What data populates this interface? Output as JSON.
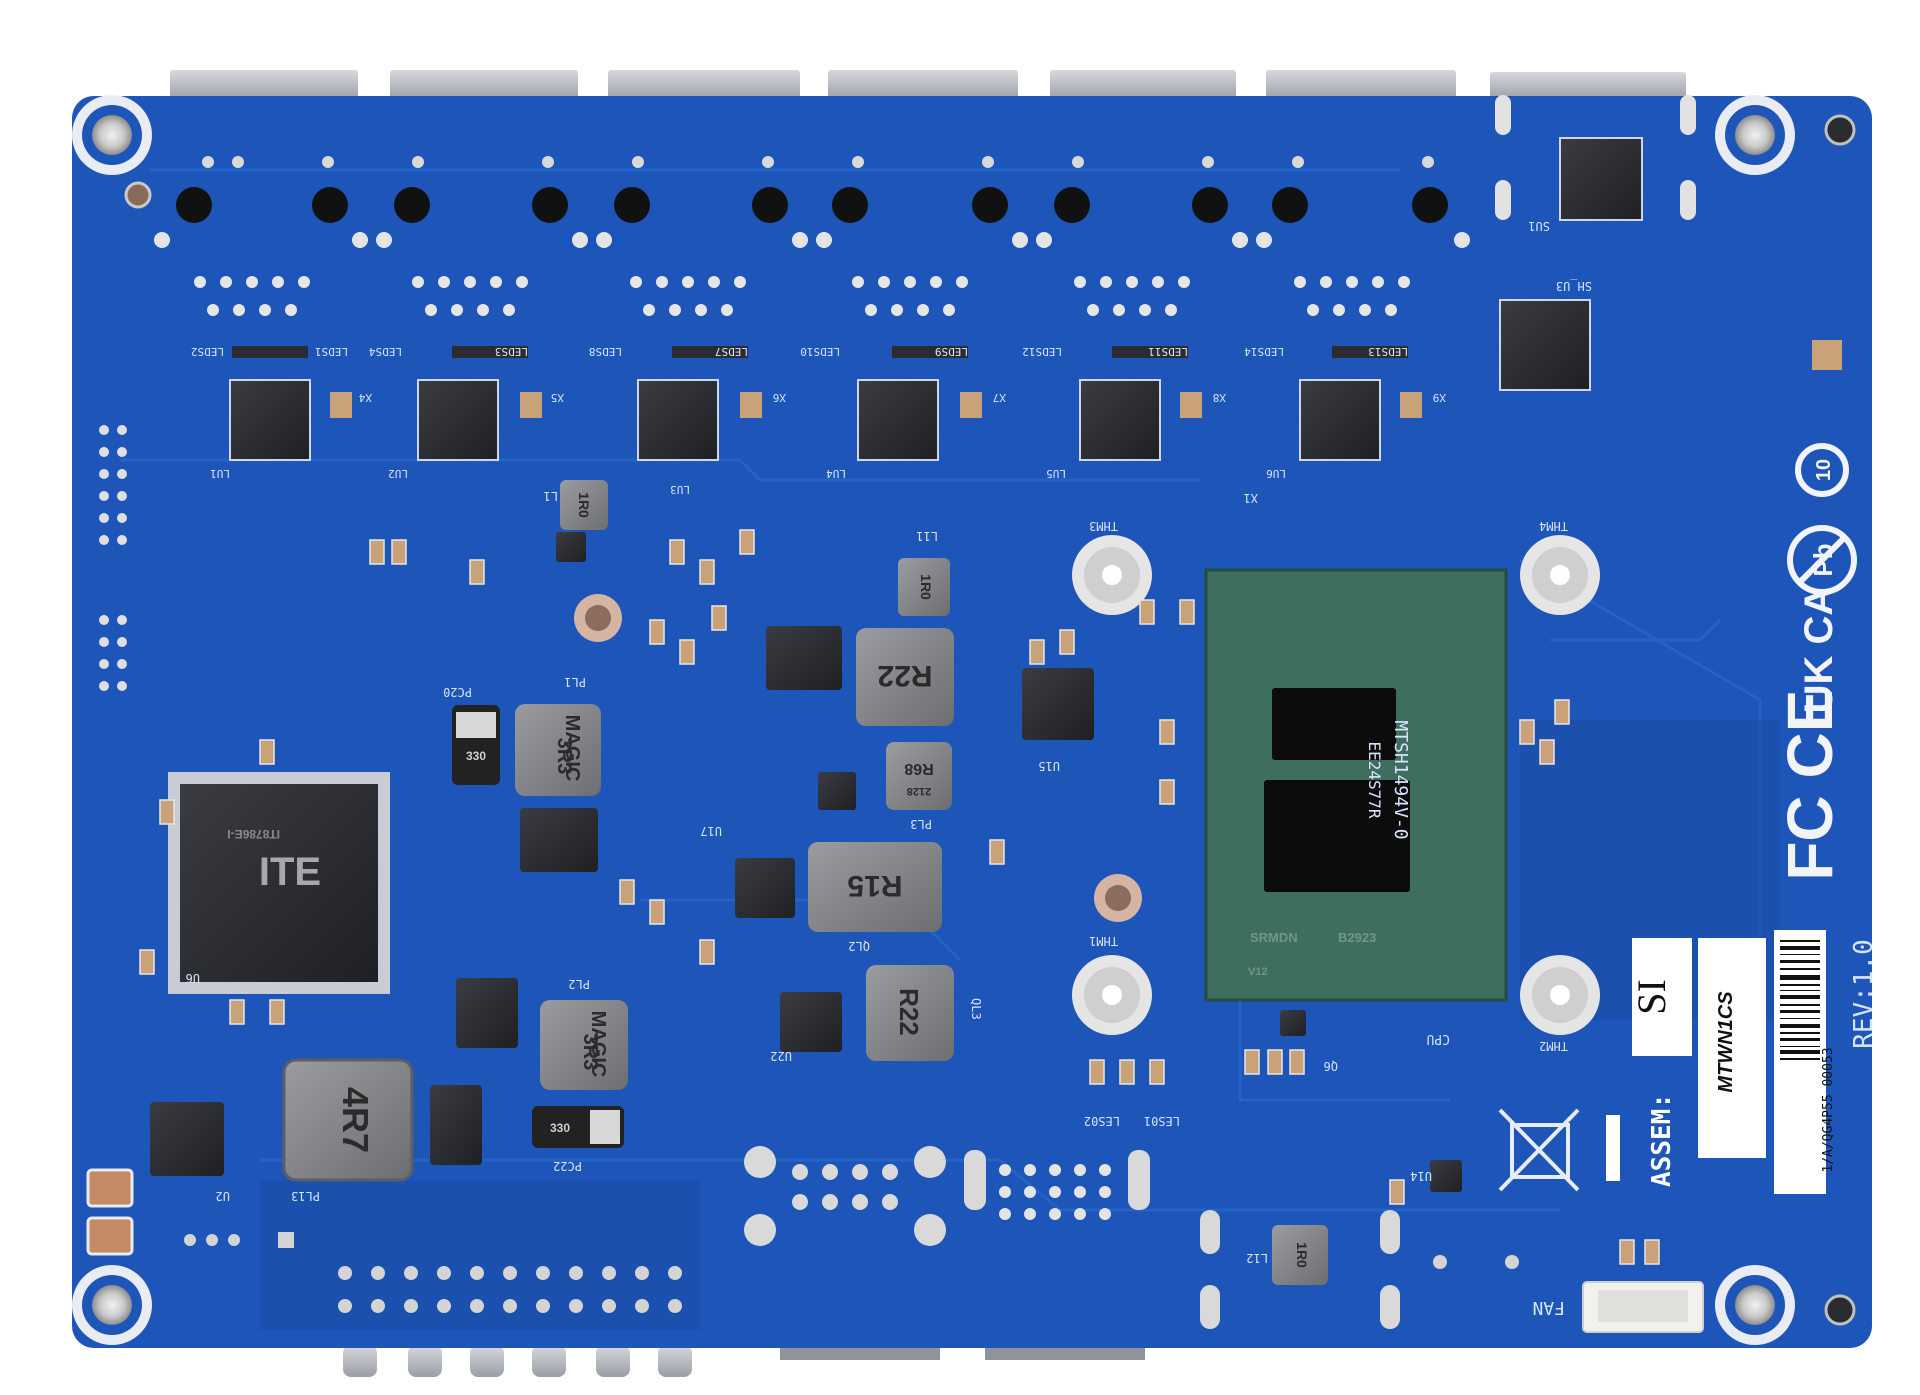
{
  "board": {
    "colors": {
      "pcb": "#1d55b8",
      "pcb_dark": "#163f8e",
      "trace": "#2a66cc",
      "connector": "#b9bcc2",
      "chip": "#2a2c31",
      "pad": "#e7e7e7",
      "cpu_substrate": "#3e6f5e"
    },
    "labels": {
      "fan": "FAN",
      "rev": "REV:1.0",
      "assem": "ASSEM:",
      "model": "MTWN1CS",
      "si": "SI",
      "barcode_text": "1/A/QG4P55 00053",
      "board_code": "MTSH1494V-0",
      "board_id": "EE24S77R",
      "cpu": "CPU"
    },
    "chip_marks": {
      "ite_logo": "ITE",
      "ite_part": "IT8786E-I",
      "magic_1": "MAGIC\n3R3",
      "magic_1_l1": "MAGIC",
      "magic_1_l2": "3R3",
      "magic_2_l1": "MAGIC",
      "magic_2_l2": "3R3",
      "r22_top": "R22",
      "r22_bottom": "R22",
      "r15": "R15",
      "r68": "R68",
      "r68_code": "2128",
      "ind_4r7": "4R7",
      "ind_1r0_a": "1R0",
      "ind_1r0_b": "1R0",
      "ind_1r0_c": "1R0",
      "cap_330_a": "330",
      "cap_330_b": "330",
      "cpu_text_1": "SRMDN",
      "cpu_text_2": "B2923",
      "cpu_text_3": "V12"
    },
    "designators": {
      "u6": "U6",
      "u2": "U2",
      "pl1": "PL1",
      "pl2": "PL2",
      "pl3": "PL3",
      "pl13": "PL13",
      "pc20": "PC20",
      "pc22": "PC22",
      "l1": "L1",
      "l11": "L11",
      "l12": "L12",
      "u15": "U15",
      "u17": "U17",
      "u22": "U22",
      "u14": "U14",
      "q6": "Q6",
      "ql2": "QL2",
      "ql3": "QL3",
      "thm1": "THM1",
      "thm2": "THM2",
      "thm3": "THM3",
      "thm4": "THM4",
      "x1": "X1",
      "les01": "LES01",
      "les02": "LES02",
      "su1": "SU1",
      "sh_u3": "SH_U3",
      "leds": [
        "LEDS2",
        "LEDS1",
        "LEDS4",
        "LEDS3",
        "LEDS8",
        "LEDS7",
        "LEDS10",
        "LEDS9",
        "LEDS12",
        "LEDS11",
        "LEDS14",
        "LEDS13"
      ],
      "lan_u": [
        "LU1",
        "LU2",
        "LU3",
        "LU4",
        "LU5",
        "LU6"
      ],
      "xtal": [
        "X4",
        "X5",
        "X6",
        "X7",
        "X8",
        "X9"
      ]
    },
    "certifications": [
      "FC",
      "CE",
      "UK CA",
      "Pb",
      "10"
    ]
  }
}
